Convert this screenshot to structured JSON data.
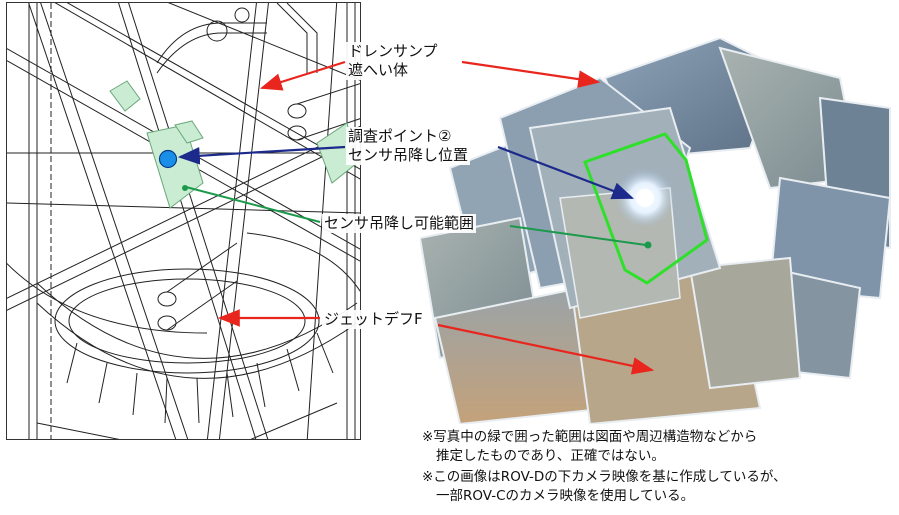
{
  "callouts": {
    "drain_sump_line1": "ドレンサンプ",
    "drain_sump_line2": "遮へい体",
    "survey_point_line1": "調査ポイント②",
    "survey_point_line2": "センサ吊降し位置",
    "sensor_range": "センサ吊降し可能範囲",
    "jet_deflector": "ジェットデフF"
  },
  "notes": {
    "line1": "※写真中の緑で囲った範囲は図面や周辺構造物などから",
    "line2": "推定したものであり、正確ではない。",
    "line3": "※この画像はROV-Dの下カメラ映像を基に作成しているが、",
    "line4": "一部ROV-Cのカメラ映像を使用している。"
  },
  "colors": {
    "red_arrow": "#e8261e",
    "blue_arrow": "#1c2a8c",
    "green_arrow": "#1a9a4a",
    "range_outline": "#2fe02a",
    "survey_dot": "#1a8fe8",
    "range_fill": "#c9ecd2"
  }
}
